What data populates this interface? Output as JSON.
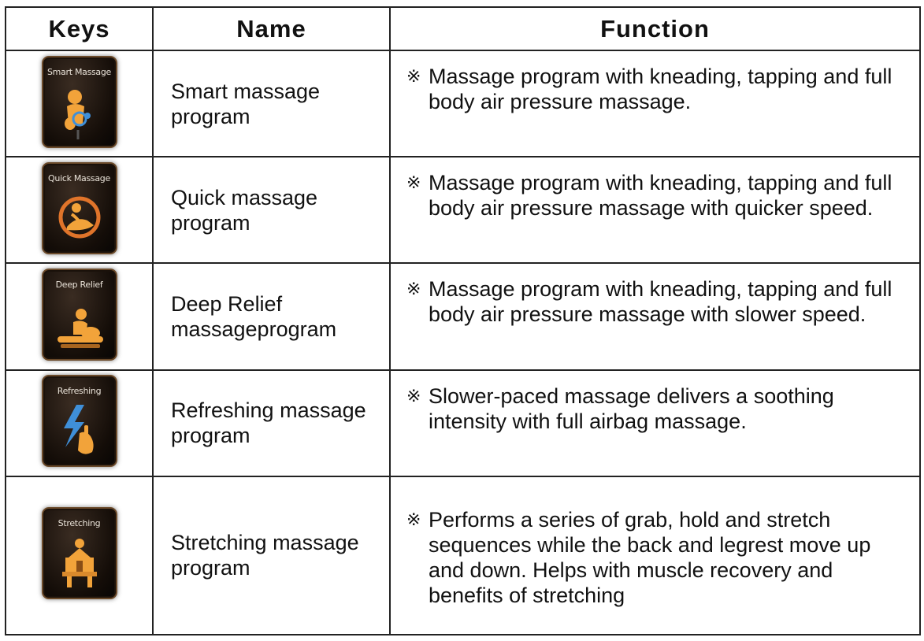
{
  "table": {
    "headers": {
      "keys": "Keys",
      "name": "Name",
      "function": "Function"
    },
    "mark": "※",
    "rows": [
      {
        "key_label": "Smart Massage",
        "key_icon": "smart-massage-icon",
        "name": "Smart massage program",
        "function": "Massage program with kneading, tapping and full body air pressure massage."
      },
      {
        "key_label": "Quick Massage",
        "key_icon": "quick-massage-icon",
        "name": "Quick massage program",
        "function": "Massage program with kneading, tapping and full body air pressure massage with quicker speed."
      },
      {
        "key_label": "Deep Relief",
        "key_icon": "deep-relief-icon",
        "name": "Deep Relief massageprogram",
        "function": "Massage program with kneading, tapping and full body air pressure massage with slower speed."
      },
      {
        "key_label": "Refreshing",
        "key_icon": "refreshing-icon",
        "name": "Refreshing massage program",
        "function": "Slower-paced massage delivers a soothing intensity with full airbag massage."
      },
      {
        "key_label": "Stretching",
        "key_icon": "stretching-icon",
        "name": "Stretching massage program",
        "function": "Performs a series of grab, hold and stretch sequences while the back and legrest move up and down. Helps with muscle recovery and benefits of stretching"
      }
    ]
  },
  "colors": {
    "icon_orange": "#f2a33a",
    "icon_blue": "#3f8fd8",
    "icon_border": "#6b4a2a"
  }
}
